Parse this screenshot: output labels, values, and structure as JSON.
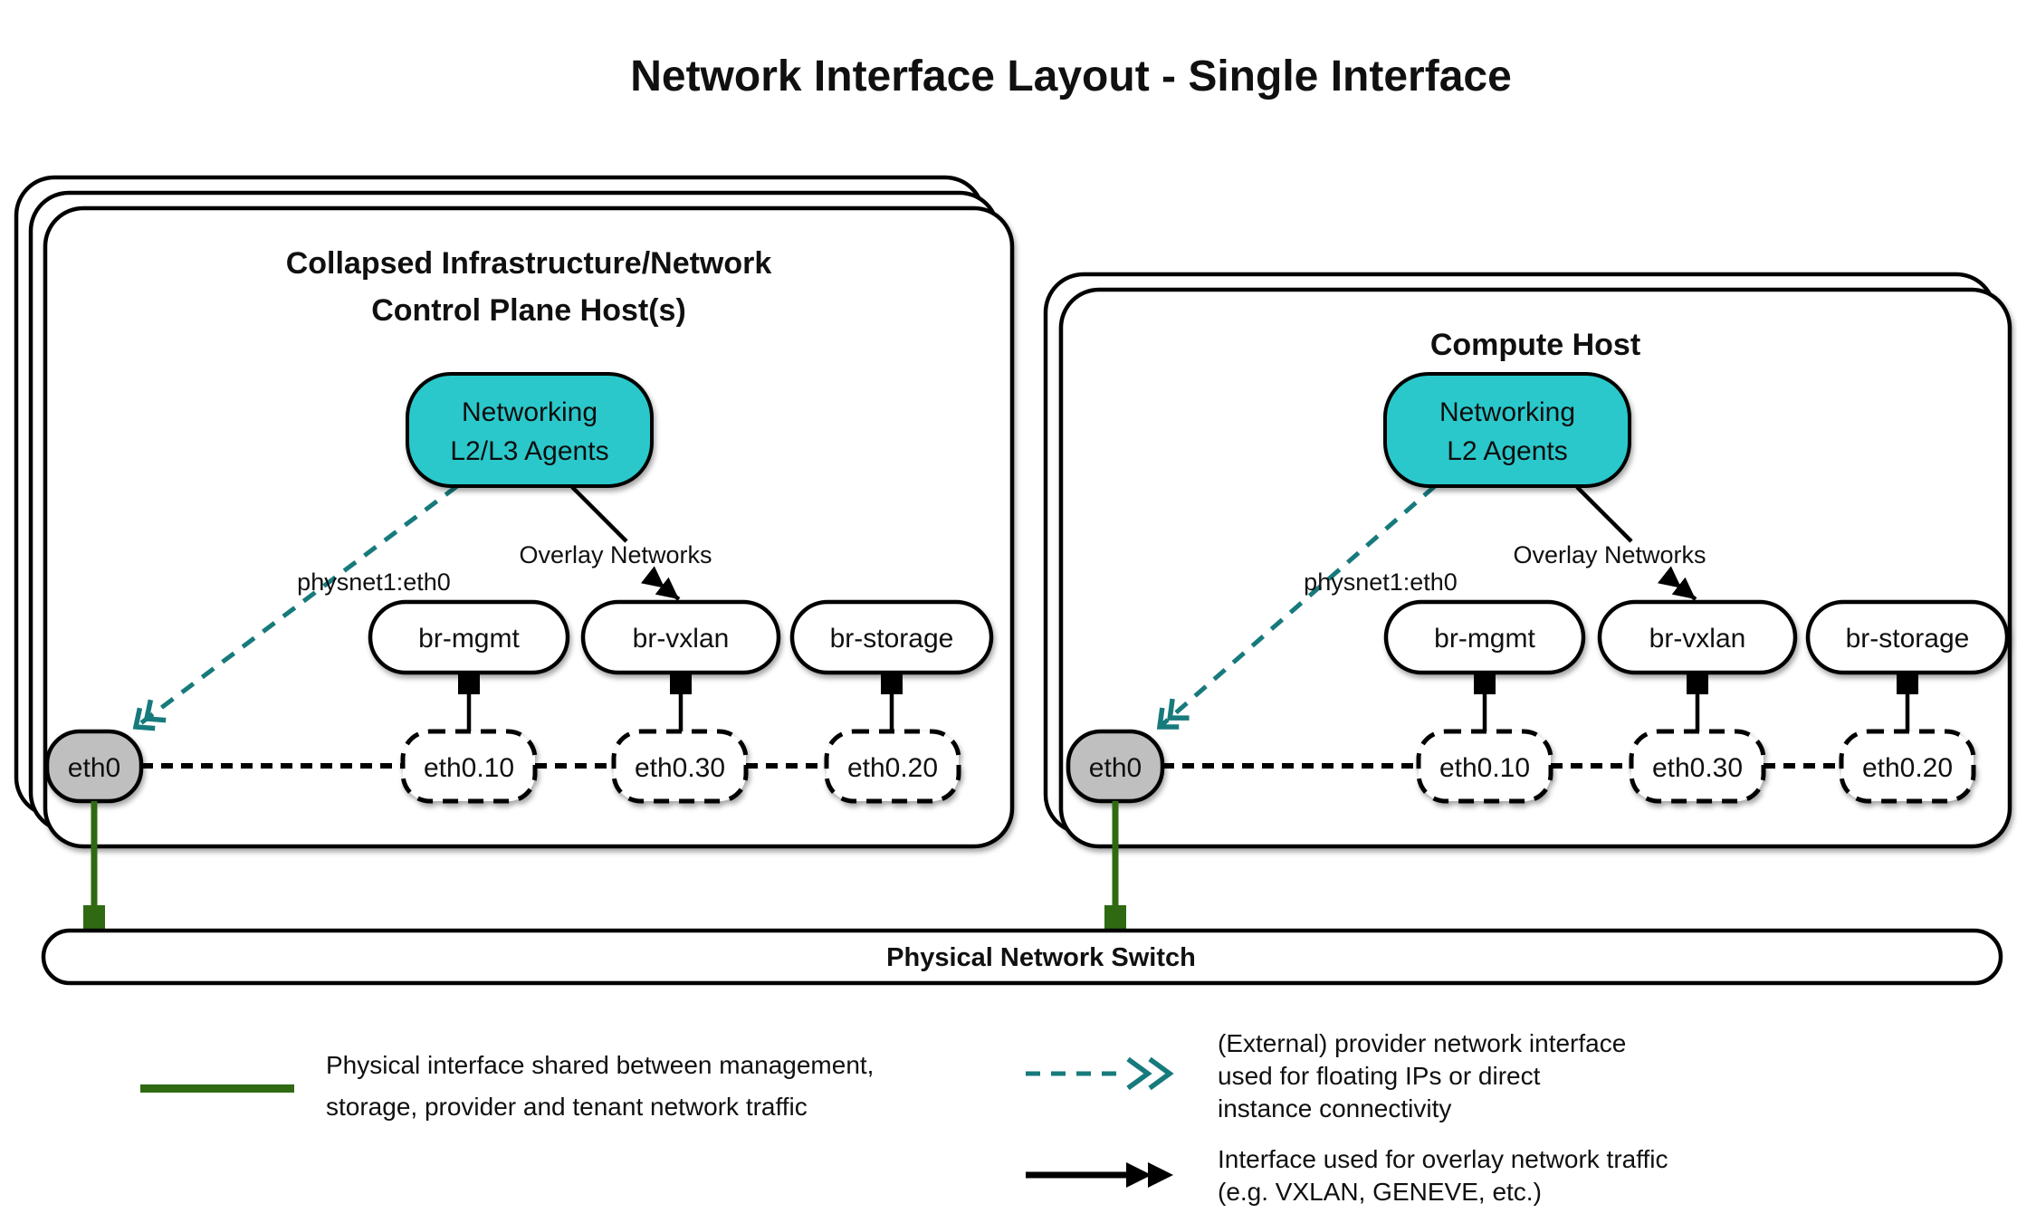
{
  "title": "Network Interface Layout - Single Interface",
  "colors": {
    "teal_fill": "#2cc8cb",
    "teal_arrow": "#177a7c",
    "green": "#2f6a13",
    "gray_interface": "#bfbfbf",
    "black": "#000000"
  },
  "hosts": [
    {
      "title1": "Collapsed Infrastructure/Network",
      "title2": "Control Plane Host(s)",
      "agent1": "Networking",
      "agent2": "L2/L3 Agents",
      "provider_label": "physnet1:eth0",
      "overlay_label": "Overlay Networks",
      "bridges": [
        "br-mgmt",
        "br-vxlan",
        "br-storage"
      ],
      "phys_if": "eth0",
      "vlans": [
        "eth0.10",
        "eth0.30",
        "eth0.20"
      ]
    },
    {
      "title1": "Compute Host",
      "agent1": "Networking",
      "agent2": "L2 Agents",
      "provider_label": "physnet1:eth0",
      "overlay_label": "Overlay Networks",
      "bridges": [
        "br-mgmt",
        "br-vxlan",
        "br-storage"
      ],
      "phys_if": "eth0",
      "vlans": [
        "eth0.10",
        "eth0.30",
        "eth0.20"
      ]
    }
  ],
  "switch_label": "Physical Network Switch",
  "legend": {
    "physical": [
      "Physical interface shared between management,",
      "storage, provider and tenant network traffic"
    ],
    "provider": [
      "(External) provider network interface",
      "used for floating IPs or direct",
      "instance connectivity"
    ],
    "overlay": [
      "Interface used for overlay network traffic",
      "(e.g. VXLAN, GENEVE, etc.)"
    ]
  }
}
